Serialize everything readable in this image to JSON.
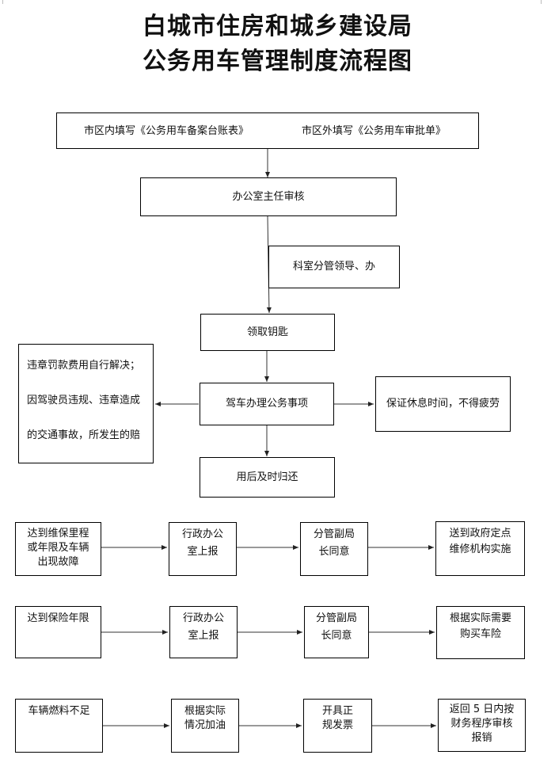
{
  "header": {
    "title_line1": "白城市住房和城乡建设局",
    "title_line2": "公务用车管理制度流程图"
  },
  "flow_main": {
    "fill_in_city": "市区内填写《公务用车备案台账表》",
    "fill_out_city": "市区外填写《公务用车审批单》",
    "office_director": "办公室主任审核",
    "section_leader": "科室分管领导、办",
    "get_key": "领取钥匙",
    "drive_business": "驾车办理公务事项",
    "rest_note": "保证休息时间，不得疲劳",
    "violation_line1": "违章罚款费用自行解决；",
    "violation_line2": "因驾驶员违规、违章造成",
    "violation_line3": "的交通事故，所发生的赔",
    "return_car": "用后及时归还"
  },
  "flow_maintenance": {
    "trigger": [
      "达到维保里程",
      "或年限及车辆",
      "出现故障"
    ],
    "report": [
      "行政办公",
      "室上报"
    ],
    "approve": [
      "分管副局",
      "长同意"
    ],
    "action": [
      "送到政府定点",
      "维修机构实施"
    ]
  },
  "flow_insurance": {
    "trigger": [
      "达到保险年限"
    ],
    "report": [
      "行政办公",
      "室上报"
    ],
    "approve": [
      "分管副局",
      "长同意"
    ],
    "action": [
      "根据实际需要",
      "购买车险"
    ]
  },
  "flow_fuel": {
    "trigger": [
      "车辆燃料不足"
    ],
    "refuel": [
      "根据实际",
      "情况加油"
    ],
    "invoice": [
      "开具正",
      "规发票"
    ],
    "reimburse": [
      "返回 5 日内按",
      "财务程序审核",
      "报销"
    ]
  }
}
